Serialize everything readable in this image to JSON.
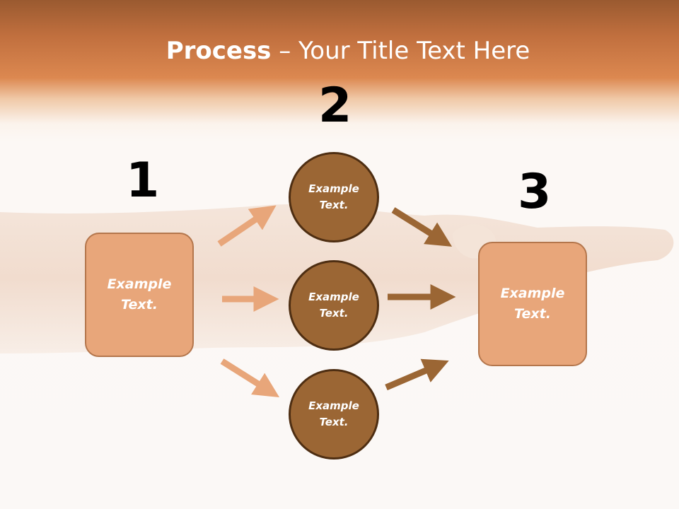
{
  "title": {
    "bold": "Process",
    "rest": " – Your Title Text Here"
  },
  "steps": [
    "1",
    "2",
    "3"
  ],
  "boxes": {
    "left": "Example Text.",
    "right": "Example Text."
  },
  "circles": [
    "Example Text.",
    "Example Text.",
    "Example Text."
  ],
  "colors": {
    "box_fill": "#e8a67a",
    "circle_fill": "#9b6634",
    "light_arrow": "#e8a67a",
    "dark_arrow": "#9b6634",
    "header": "#dc8850"
  }
}
